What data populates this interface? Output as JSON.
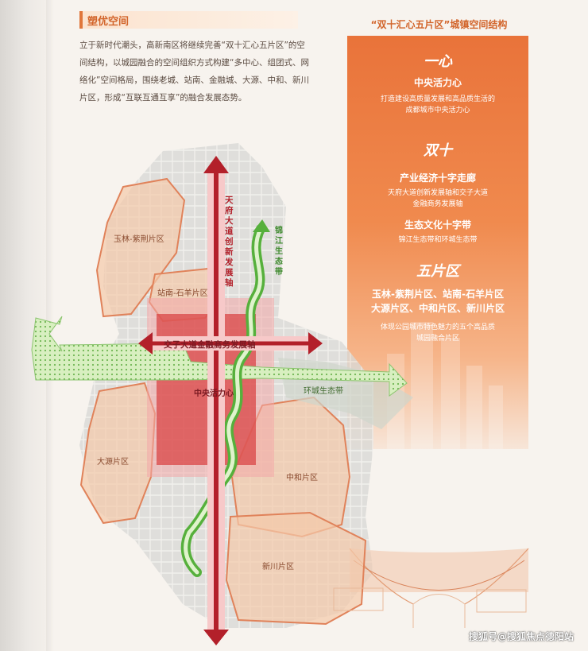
{
  "section": {
    "title": "塑优空间"
  },
  "intro": {
    "text": "立于新时代潮头，高新南区将继续完善“双十汇心五片区”的空间结构，以城园融合的空间组织方式构建“多中心、组团式、网络化”空间格局，围绕老城、站南、金融城、大源、中和、新川片区，形成“互联互通互享”的融合发展态势。"
  },
  "panel": {
    "title": "“双十汇心五片区”城镇空间结构",
    "block1": {
      "glyph": "一心",
      "heading": "中央活力心",
      "desc_1": "打造建设高质量发展和高品质生活的",
      "desc_2": "成都城市中央活力心"
    },
    "block2": {
      "glyph": "双十",
      "heading_a": "产业经济十字走廊",
      "desc_a1": "天府大道创新发展轴和交子大道",
      "desc_a2": "金融商务发展轴",
      "heading_b": "生态文化十字带",
      "desc_b": "锦江生态带和环城生态带"
    },
    "block3": {
      "glyph": "五片区",
      "heading_1": "玉林-紫荆片区、站南-石羊片区",
      "heading_2": "大源片区、中和片区、新川片区",
      "desc_1": "体现公园城市特色魅力的五个高品质",
      "desc_2": "城园融合片区"
    }
  },
  "map": {
    "district_yulin": "玉林-紫荆片区",
    "district_zhannan": "站南-石羊片区",
    "district_dayuan": "大源片区",
    "district_zhonghe": "中和片区",
    "district_xinchuan": "新川片区",
    "axis_tianfu": "天府大道创新发展轴",
    "axis_jiaozi": "交子大道金融商务发展轴",
    "jinjiang_belt": "锦江生态带",
    "ring_belt": "环城生态带",
    "center_label": "中央活力心"
  },
  "colors": {
    "accent": "#e0763b",
    "axis_red": "#b3202a",
    "eco_green": "#56b03c",
    "district_fill": "#f4c9a9"
  },
  "watermark": "搜狐号@搜狐焦点德阳站"
}
